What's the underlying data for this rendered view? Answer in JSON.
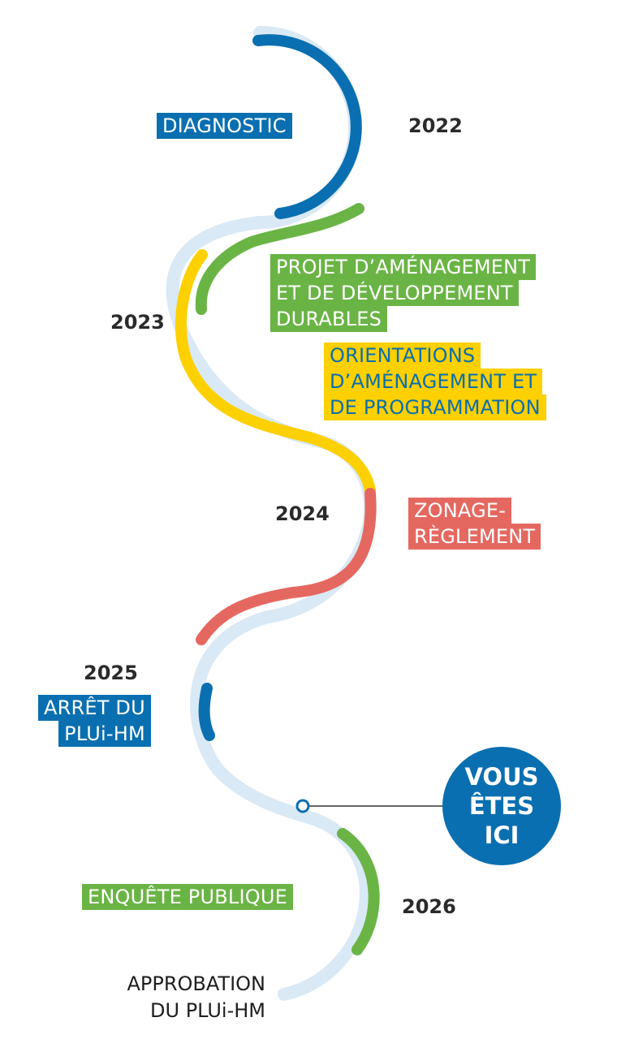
{
  "colors": {
    "blue": "#0a6fb0",
    "green": "#6ab445",
    "yellow": "#fdd000",
    "red": "#e56860",
    "track": "#d9e9f5",
    "text_on_yellow": "#0a6fb0"
  },
  "years": {
    "y2022": "2022",
    "y2023": "2023",
    "y2024": "2024",
    "y2025": "2025",
    "y2026": "2026"
  },
  "phases": {
    "diagnostic": {
      "lines": [
        "DIAGNOSTIC"
      ]
    },
    "padd": {
      "lines": [
        "PROJET D’AMÉNAGEMENT",
        "ET DE DÉVELOPPEMENT",
        "DURABLES"
      ]
    },
    "oap": {
      "lines": [
        "ORIENTATIONS",
        "D’AMÉNAGEMENT ET",
        "DE PROGRAMMATION"
      ]
    },
    "zonage": {
      "lines": [
        "ZONAGE-",
        "RÈGLEMENT"
      ]
    },
    "arret": {
      "lines": [
        "ARRÊT DU",
        "PLUi-HM"
      ]
    },
    "enquete": {
      "lines": [
        "ENQUÊTE PUBLIQUE"
      ]
    },
    "approbation": {
      "lines": [
        "APPROBATION",
        "DU PLUi-HM"
      ]
    }
  },
  "badge": {
    "lines": [
      "VOUS",
      "ÊTES",
      "ICI"
    ]
  }
}
